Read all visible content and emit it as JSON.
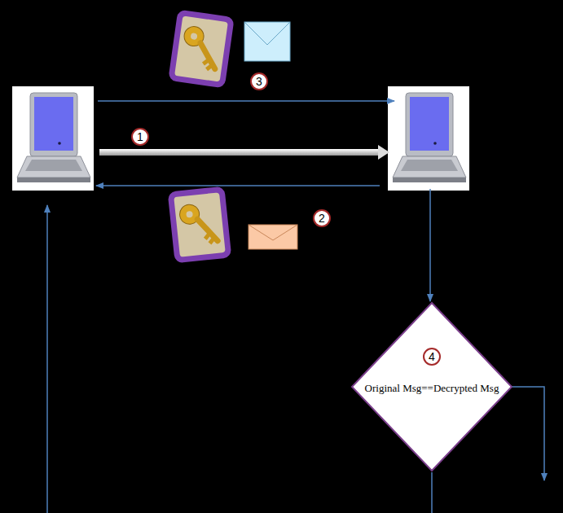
{
  "diagram": {
    "nodes": [
      {
        "text": [
          "4",
          "Original Msg==Decrypted Msg"
        ]
      }
    ],
    "labels": [
      "3",
      "1",
      "2"
    ]
  }
}
